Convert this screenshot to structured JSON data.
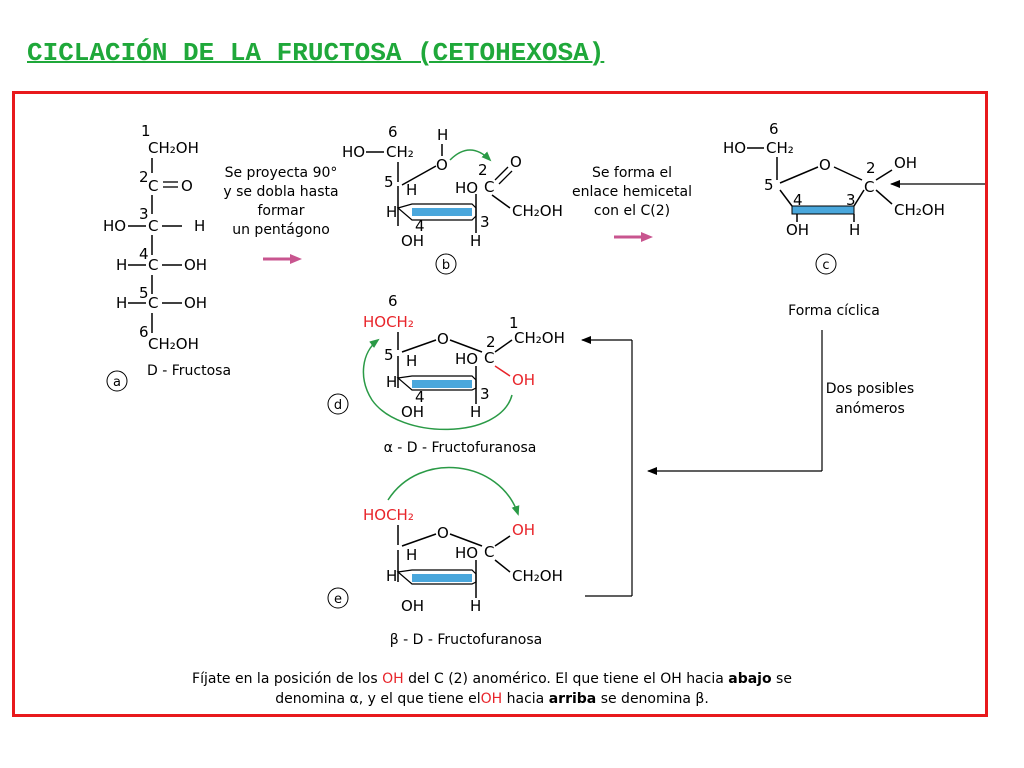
{
  "title": "CICLACIÓN DE LA FRUCTOSA (CETOHEXOSA)",
  "colors": {
    "frame": "#e8191c",
    "title": "#1fa83a",
    "highlight": "#e8242a",
    "arrow_green": "#2a9a46",
    "bond_blue": "#4aa7dc",
    "arrow_pink": "#c8558f"
  },
  "labels": {
    "a": "a",
    "b": "b",
    "c": "c",
    "d": "d",
    "e": "e",
    "fructosa": "D - Fructosa",
    "step1": [
      "Se proyecta 90°",
      "y se dobla hasta",
      "formar",
      "un pentágono"
    ],
    "step2": [
      "Se forma el",
      "enlace hemicetal",
      "con el C(2)"
    ],
    "forma_ciclica": "Forma cíclica",
    "anomeros": [
      "Dos posibles",
      "anómeros"
    ],
    "alpha_name": "α - D - Fructofuranosa",
    "beta_name": "β - D - Fructofuranosa",
    "note1": {
      "t1": "Fíjate en la posición de los ",
      "oh": "OH",
      "t2": " del C (2) anomérico. El que tiene el OH hacia ",
      "b": "abajo",
      "t3": " se"
    },
    "note2": {
      "t1": "denomina α, y el que tiene el",
      "oh": "OH",
      "t2": " hacia ",
      "b": "arriba",
      "t3": " se denomina β."
    }
  },
  "chem": {
    "n1": "1",
    "n2": "2",
    "n3": "3",
    "n4": "4",
    "n5": "5",
    "n6": "6",
    "CH2OH": "CH₂OH",
    "C": "C",
    "O": "O",
    "H": "H",
    "HO": "HO",
    "OH": "OH",
    "HOCH2": "HOCH₂",
    "CH2": "CH₂"
  }
}
